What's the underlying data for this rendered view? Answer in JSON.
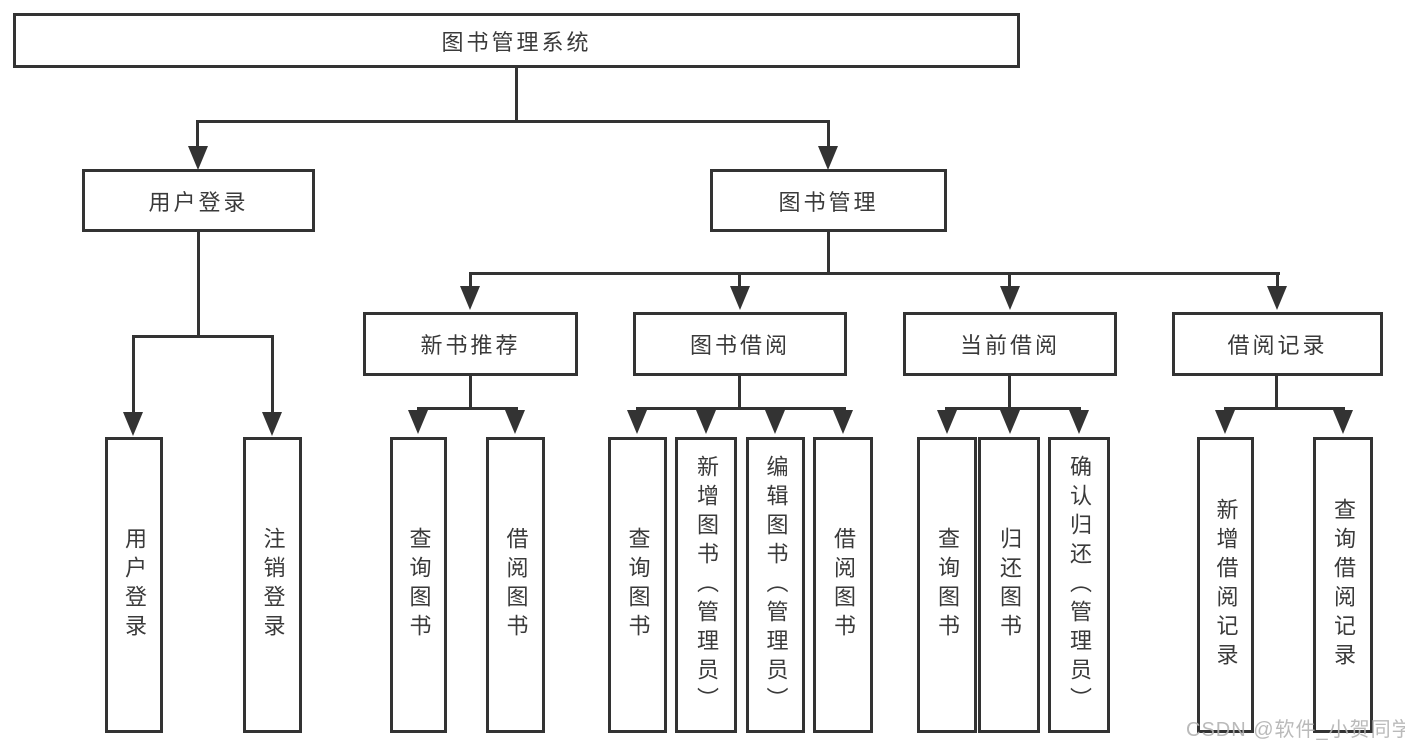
{
  "diagram": {
    "root": {
      "label": "图书管理系统"
    },
    "branches": {
      "user_login": {
        "label": "用户登录",
        "children": [
          {
            "label": "用户登录"
          },
          {
            "label": "注销登录"
          }
        ]
      },
      "book_management": {
        "label": "图书管理",
        "children": {
          "new_book_recommend": {
            "label": "新书推荐",
            "children": [
              {
                "label": "查询图书"
              },
              {
                "label": "借阅图书"
              }
            ]
          },
          "book_borrow": {
            "label": "图书借阅",
            "children": [
              {
                "label": "查询图书"
              },
              {
                "label": "新增图书（管理员）"
              },
              {
                "label": "编辑图书（管理员）"
              },
              {
                "label": "借阅图书"
              }
            ]
          },
          "current_borrow": {
            "label": "当前借阅",
            "children": [
              {
                "label": "查询图书"
              },
              {
                "label": "归还图书"
              },
              {
                "label": "确认归还（管理员）"
              }
            ]
          },
          "borrow_record": {
            "label": "借阅记录",
            "children": [
              {
                "label": "新增借阅记录"
              },
              {
                "label": "查询借阅记录"
              }
            ]
          }
        }
      }
    },
    "watermark": "CSDN @软件_小贺同学",
    "colors": {
      "line": "#333333",
      "text": "#3a3a3a",
      "background": "#ffffff",
      "watermark": "#b3b3b3"
    }
  }
}
